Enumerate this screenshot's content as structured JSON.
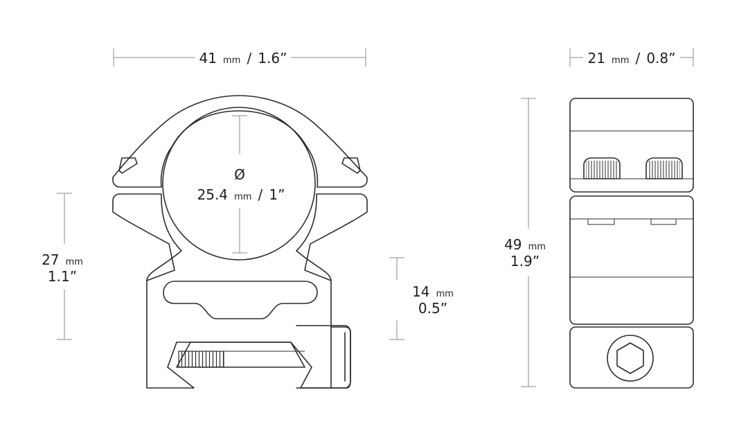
{
  "dimensions": {
    "width_front": {
      "value": "41",
      "unit": "mm",
      "imperial": "1.6”"
    },
    "width_side": {
      "value": "21",
      "unit": "mm",
      "imperial": "0.8”"
    },
    "diameter": {
      "symbol": "Ø",
      "value": "25.4",
      "unit": "mm",
      "imperial": "1”"
    },
    "height_center": {
      "value": "27",
      "unit": "mm",
      "imperial": "1.1”"
    },
    "height_base": {
      "value": "14",
      "unit": "mm",
      "imperial": "0.5”"
    },
    "height_total": {
      "value": "49",
      "unit": "mm",
      "imperial": "1.9”"
    }
  },
  "colors": {
    "ink": "#2b2b2b",
    "dimension_line": "#8a8a8a",
    "background": "#ffffff"
  }
}
